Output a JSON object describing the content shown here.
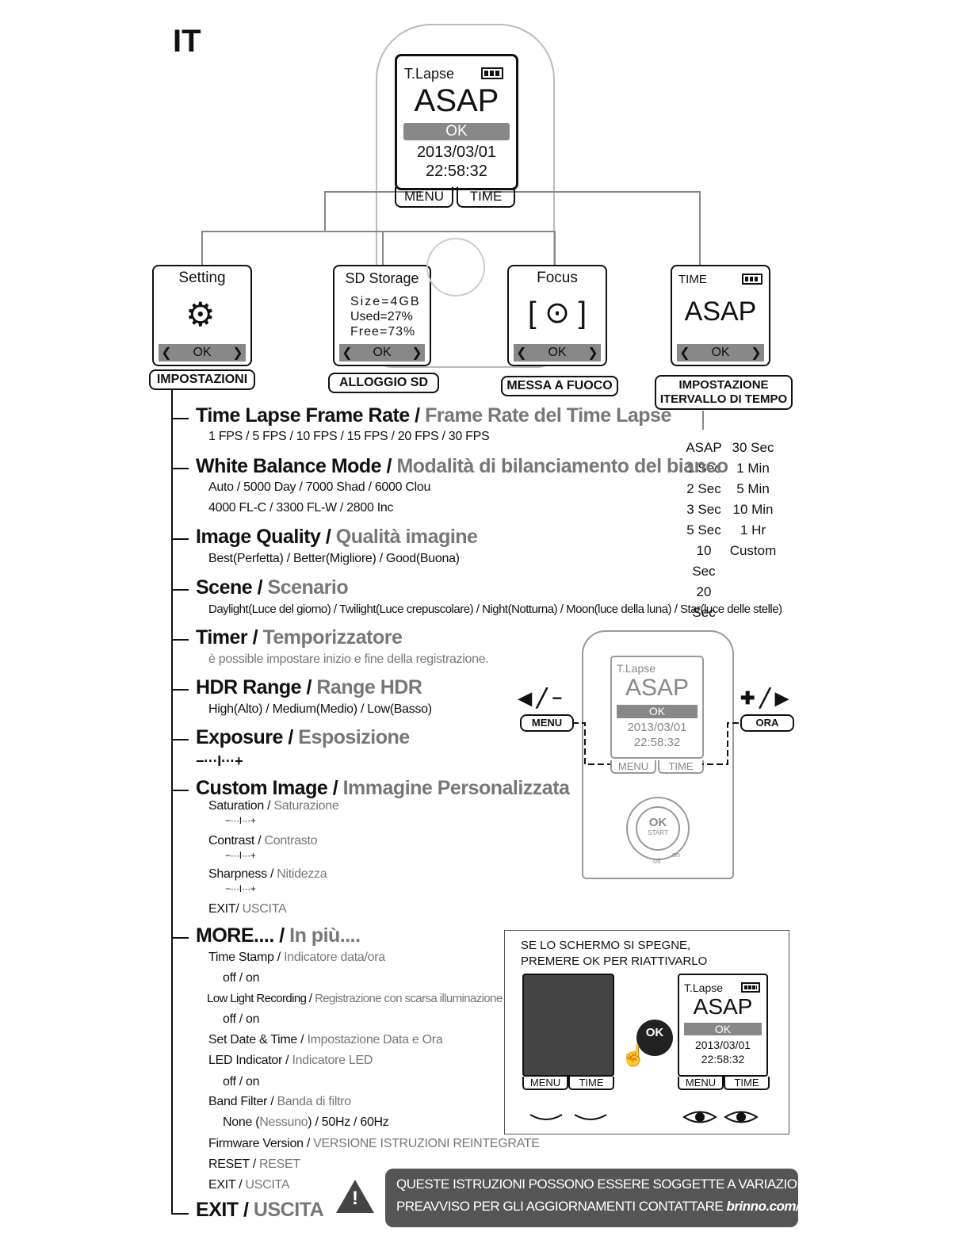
{
  "language": "IT",
  "main_screen": {
    "mode": "T.Lapse",
    "value": "ASAP",
    "ok": "OK",
    "date": "2013/03/01",
    "time": "22:58:32",
    "menu_btn": "MENU",
    "time_btn": "TIME"
  },
  "sub_screens": [
    {
      "title": "Setting",
      "ok": "OK",
      "label": "IMPOSTAZIONI",
      "icon": "gear-icon"
    },
    {
      "title": "SD Storage",
      "size": "Size=4GB",
      "used": "Used=27%",
      "free": "Free=73%",
      "ok": "OK",
      "label": "ALLOGGIO SD"
    },
    {
      "title": "Focus",
      "focus_glyph": "[ ⊙ ]",
      "ok": "OK",
      "label": "MESSA A FUOCO"
    },
    {
      "title": "TIME",
      "value": "ASAP",
      "ok": "OK",
      "label": "IMPOSTAZIONE ITERVALLO DI TEMPO"
    }
  ],
  "time_options_left": [
    "ASAP",
    "1 Sec",
    "2 Sec",
    "3 Sec",
    "5 Sec",
    "10 Sec",
    "20 Sec"
  ],
  "time_options_right": [
    "30 Sec",
    "1 Min",
    "5 Min",
    "10 Min",
    "1 Hr",
    "Custom"
  ],
  "menu": {
    "frame_rate": {
      "en": "Time Lapse Frame Rate /",
      "it": "Frame Rate del Time Lapse",
      "options": "1 FPS / 5 FPS / 10 FPS / 15 FPS / 20 FPS / 30 FPS"
    },
    "white_balance": {
      "en": "White Balance Mode /",
      "it": "Modalità di bilanciamento del bianco",
      "options1": "Auto / 5000 Day /  7000 Shad /  6000 Clou",
      "options2": "4000 FL-C /  3300 FL-W /  2800 Inc"
    },
    "image_quality": {
      "en": "Image Quality /",
      "it": "Qualità imagine",
      "options": "Best(Perfetta) / Better(Migliore) / Good(Buona)"
    },
    "scene": {
      "en": "Scene /",
      "it": "Scenario",
      "options": "Daylight(Luce del giorno) / Twilight(Luce crepuscolare) / Night(Notturna) / Moon(luce della luna) / Star(luce delle stelle)"
    },
    "timer": {
      "en": "Timer /",
      "it": "Temporizzatore",
      "desc": "è possible impostare inizio e fine della registrazione."
    },
    "hdr": {
      "en": "HDR Range /",
      "it": "Range HDR",
      "options": "High(Alto) / Medium(Medio) / Low(Basso)"
    },
    "exposure": {
      "en": "Exposure /",
      "it": "Esposizione",
      "scale": "−···I···+"
    },
    "custom_image": {
      "en": "Custom Image /",
      "it": "Immagine Personalizzata",
      "saturation_en": "Saturation /",
      "saturation_it": "Saturazione",
      "contrast_en": "Contrast /",
      "contrast_it": "Contrasto",
      "sharpness_en": "Sharpness /",
      "sharpness_it": "Nitidezza",
      "scale": "−···I···+",
      "exit_en": "EXIT/",
      "exit_it": "USCITA"
    },
    "more": {
      "en": "MORE.... /",
      "it": "In più....",
      "timestamp_en": "Time Stamp /",
      "timestamp_it": "Indicatore data/ora",
      "lowlight_en": "Low Light Recording /",
      "lowlight_it": "Registrazione con scarsa illuminazione",
      "setdate_en": "Set Date & Time /",
      "setdate_it": "Impostazione Data e Ora",
      "led_en": "LED Indicator /",
      "led_it": "Indicatore LED",
      "band_en": "Band Filter /",
      "band_it": "Banda di filtro",
      "band_opt_a": "None (",
      "band_opt_b": "Nessuno",
      "band_opt_c": ") / 50Hz / 60Hz",
      "firmware_en": "Firmware Version /",
      "firmware_it": "VERSIONE ISTRUZIONI REINTEGRATE",
      "reset_en": "RESET /",
      "reset_it": "RESET",
      "exit_en": "EXIT /",
      "exit_it": "USCITA",
      "offon": "off / on"
    },
    "exit": {
      "en": "EXIT /",
      "it": "USCITA"
    }
  },
  "device": {
    "left_symbol": "◀ ╱ −",
    "right_symbol": "✚ ╱ ▶",
    "menu_label": "MENU",
    "ora_label": "ORA",
    "ok_button": "OK",
    "start": "START",
    "off": "off",
    "on": "on"
  },
  "wake_box": {
    "line1": "SE LO SCHERMO SI SPEGNE,",
    "line2": "PREMERE OK PER RIATTIVARLO"
  },
  "notice": {
    "line1": "QUESTE ISTRUZIONI POSSONO ESSERE SOGGETTE A VARIAZIONE SENZA",
    "line2": "PREAVVISO PER GLI AGGIORNAMENTI CONTATTARE ",
    "link": "brinno.com/support"
  }
}
